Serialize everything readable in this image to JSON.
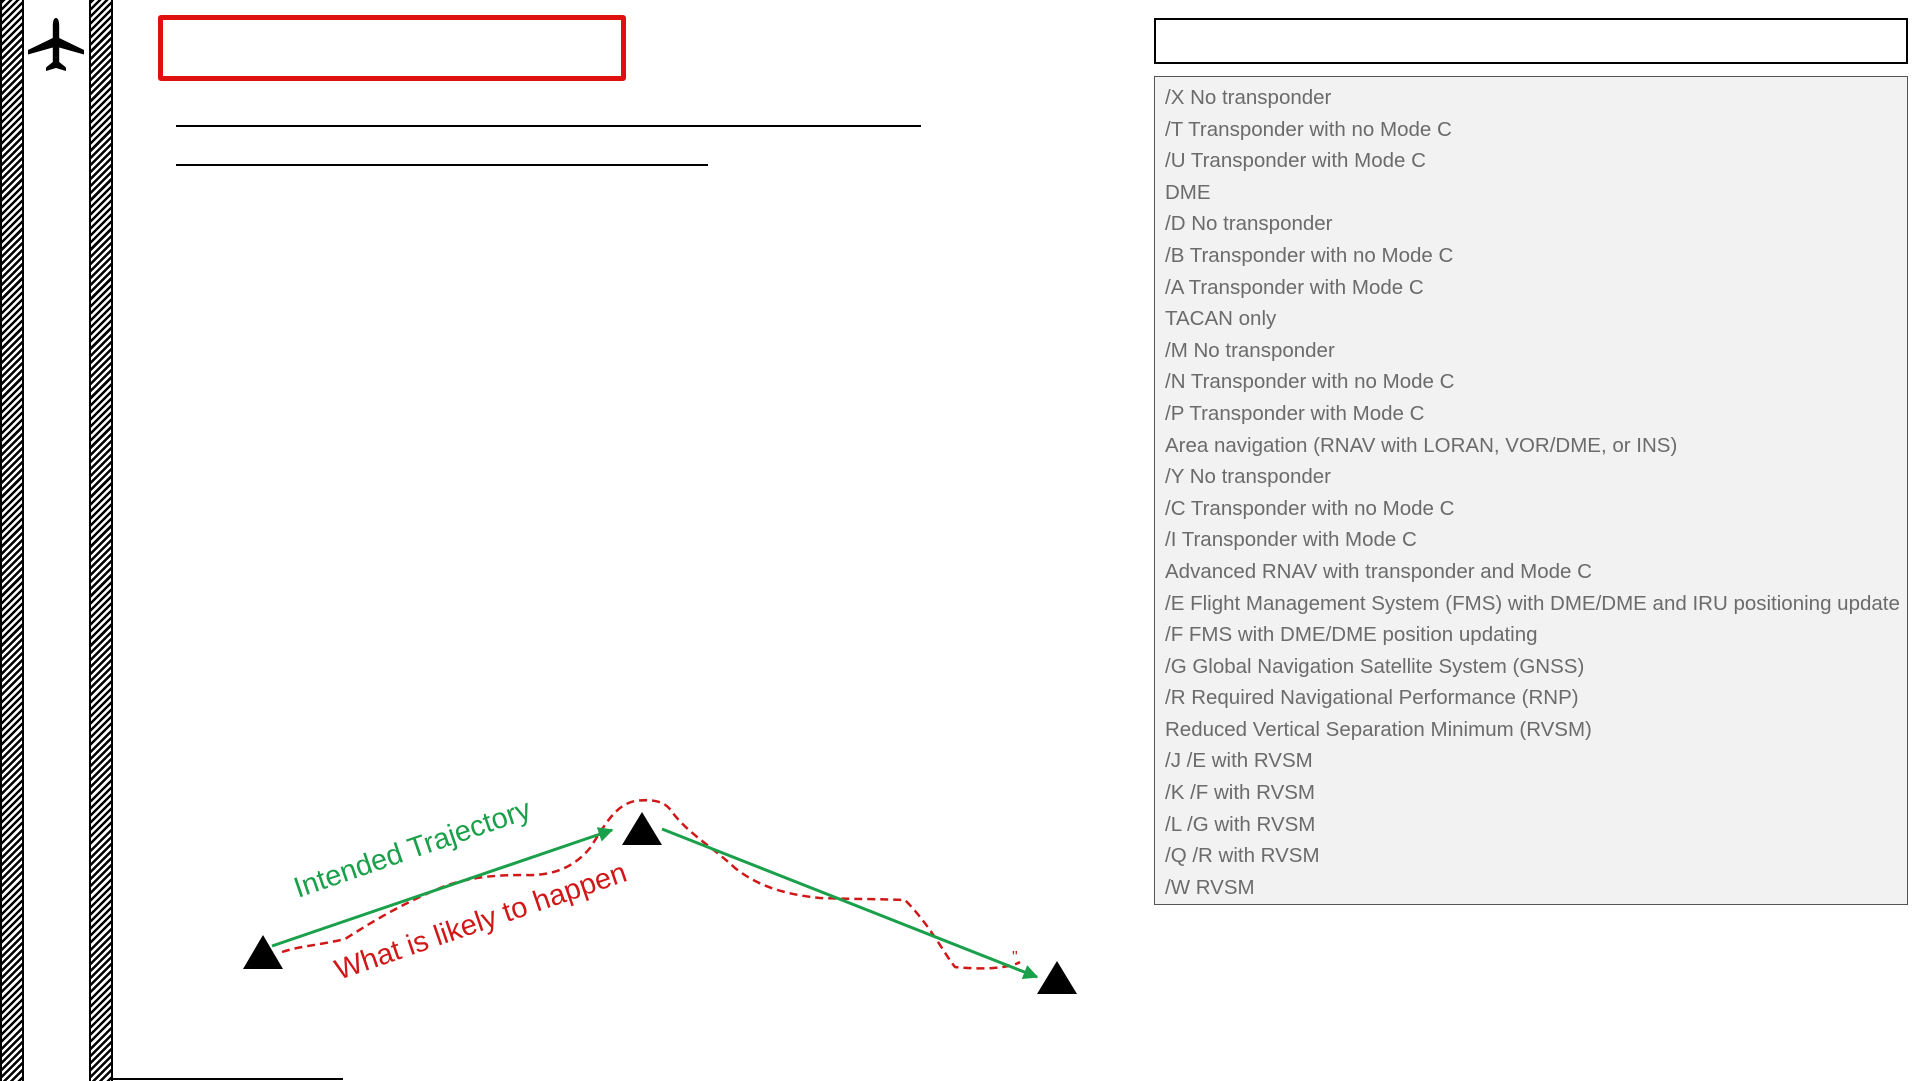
{
  "equipment_options": [
    "/X No transponder",
    "/T Transponder with no Mode C",
    "/U Transponder with Mode C",
    "DME",
    "/D No transponder",
    "/B Transponder with no Mode C",
    "/A Transponder with Mode C",
    "TACAN only",
    "/M No transponder",
    "/N Transponder with no Mode C",
    "/P Transponder with Mode C",
    "Area navigation (RNAV with LORAN, VOR/DME, or INS)",
    "/Y No transponder",
    "/C Transponder with no Mode C",
    "/I Transponder with Mode C",
    "Advanced RNAV with transponder and Mode C",
    "/E Flight Management System (FMS) with DME/DME and IRU positioning update",
    "/F FMS with DME/DME position updating",
    "/G Global Navigation Satellite System (GNSS)",
    "/R Required Navigational Performance (RNP)",
    "Reduced Vertical Separation Minimum (RVSM)",
    "/J /E with RVSM",
    "/K /F with RVSM",
    "/L /G with RVSM",
    "/Q /R with RVSM",
    "/W RVSM"
  ],
  "diagram": {
    "intended_label": "Intended Trajectory",
    "likely_label": "What is likely to happen",
    "colors": {
      "intended": "#1aa04a",
      "likely": "#d01818",
      "frame": "#e01010"
    }
  },
  "icons": {
    "plane": "airplane-icon"
  }
}
